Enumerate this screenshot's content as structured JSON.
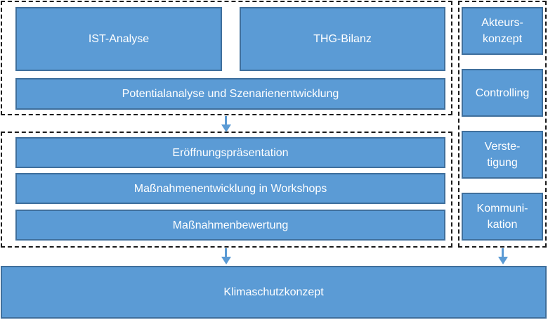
{
  "colors": {
    "box_fill": "#5b9bd5",
    "box_border": "#3f6f9c",
    "text": "#ffffff",
    "arrow": "#5b9bd5",
    "dashed_border": "#1a1a1a"
  },
  "group_analysis": {
    "ist_analyse": "IST-Analyse",
    "thg_bilanz": "THG-Bilanz",
    "potentialanalyse": "Potentialanalyse und Szenarienentwicklung"
  },
  "group_measures": {
    "eroeffnung": "Eröffnungspräsentation",
    "workshops": "Maßnahmenentwicklung in Workshops",
    "bewertung": "Maßnahmenbewertung"
  },
  "side_column": {
    "akteurskonzept": "Akteurs-\nkonzept",
    "controlling": "Controlling",
    "verstetigung": "Verste-\ntigung",
    "kommunikation": "Kommuni-\nkation"
  },
  "result": {
    "klimaschutzkonzept": "Klimaschutzkonzept"
  }
}
